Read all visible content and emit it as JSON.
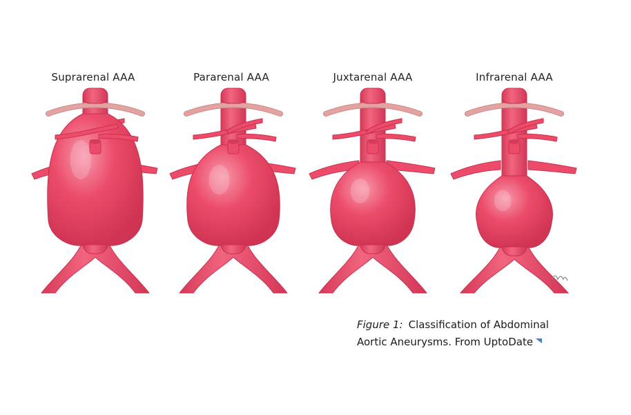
{
  "panels": [
    {
      "label": "Suprarenal AAA",
      "type": "suprarenal"
    },
    {
      "label": "Pararenal AAA",
      "type": "pararenal"
    },
    {
      "label": "Juxtarenal AAA",
      "type": "juxtarenal"
    },
    {
      "label": "Infrarenal AAA",
      "type": "infrarenal"
    }
  ],
  "caption": {
    "figure_label": "Figure 1:",
    "line1": "Classification of Abdominal",
    "line2": "Aortic Aneurysms. From UptoDate"
  },
  "colors": {
    "vessel": "#ec4c6a",
    "vessel_dark": "#c8304e",
    "vessel_highlight": "#f79aad",
    "diaphragm": "#e4a3a0",
    "diaphragm_stroke": "#c88a88",
    "link_icon": "#3d7fd1"
  }
}
